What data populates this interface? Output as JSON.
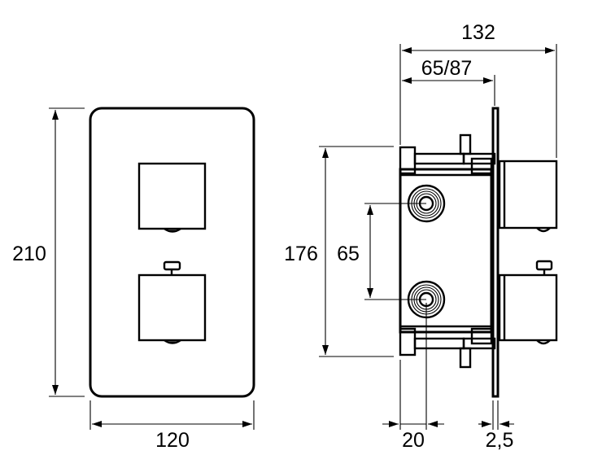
{
  "dimensions": {
    "front_height": "210",
    "front_width": "120",
    "total_depth": "132",
    "body_depth": "65/87",
    "body_height": "176",
    "port_spacing": "65",
    "port_offset": "20",
    "plate_thickness": "2,5"
  },
  "colors": {
    "stroke": "#000000",
    "background": "#ffffff"
  }
}
